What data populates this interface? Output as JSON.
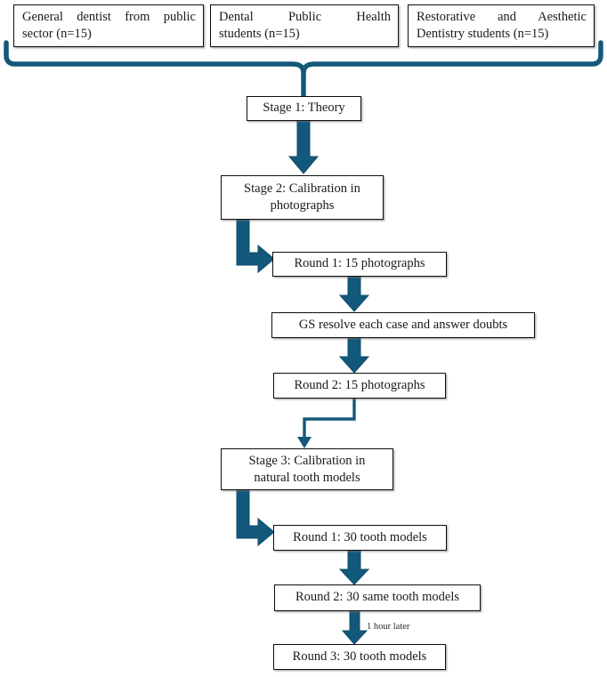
{
  "diagram": {
    "title": "Calibration study flowchart",
    "accent_color": "#12587a",
    "box_border_color": "#0d0d0d",
    "background": "#ffffff"
  },
  "participant_groups": [
    {
      "line1": "General dentist from public",
      "line2": "sector (n=15)"
    },
    {
      "line1": "Dental      Public      Health",
      "line2": "students (n=15)"
    },
    {
      "line1": "Restorative    and    Aesthetic",
      "line2": "Dentistry students (n=15)"
    }
  ],
  "stages": {
    "stage1": "Stage 1: Theory",
    "stage2_line1": "Stage 2: Calibration in",
    "stage2_line2": "photographs",
    "stage3_line1": "Stage 3: Calibration in",
    "stage3_line2": "natural tooth models"
  },
  "steps": {
    "photo_round1": "Round 1: 15 photographs",
    "gs_resolve": "GS resolve each case and answer doubts",
    "photo_round2": "Round 2: 15 photographs",
    "tooth_round1": "Round 1: 30 tooth models",
    "tooth_round2": "Round 2: 30 same tooth models",
    "tooth_round3": "Round 3: 30 tooth models"
  },
  "annotations": {
    "one_hour_later": "1 hour later"
  }
}
